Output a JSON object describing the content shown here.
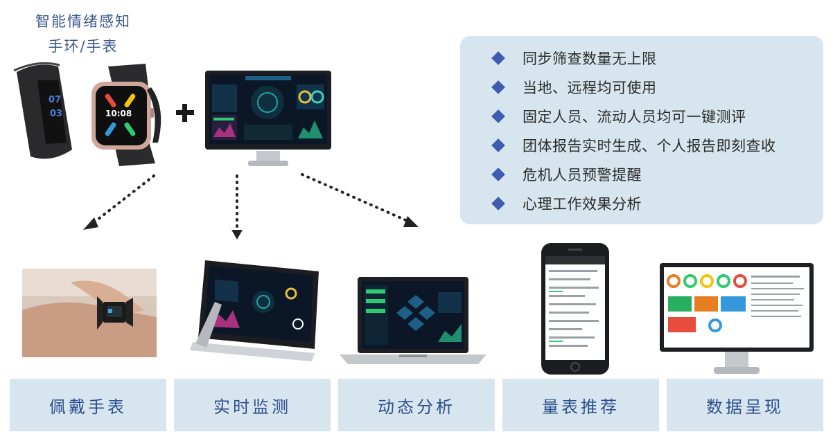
{
  "device": {
    "title_line1": "智能情绪感知",
    "title_line2": "手环/手表"
  },
  "features": [
    "同步筛查数量无上限",
    "当地、远程均可使用",
    "固定人员、流动人员均可一键测评",
    "团体报告实时生成、个人报告即刻查收",
    "危机人员预警提醒",
    "心理工作效果分析"
  ],
  "labels": [
    "佩戴手表",
    "实时监测",
    "动态分析",
    "量表推荐",
    "数据呈现"
  ],
  "watch": {
    "time": "10:08",
    "band_digits": [
      "07",
      "03"
    ]
  },
  "colors": {
    "accent": "#3d5cb0",
    "panel_bg": "#d7e6ee",
    "label_text": "#2d4f8f",
    "title_text": "#3d5a8f"
  }
}
